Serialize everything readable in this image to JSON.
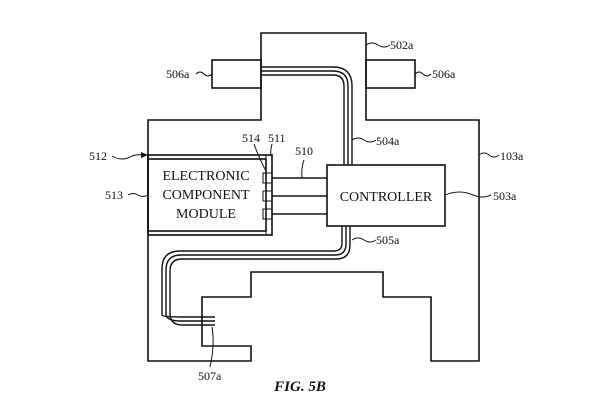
{
  "figure": {
    "caption": "FIG. 5B",
    "blocks": {
      "electronic_module": [
        "ELECTRONIC",
        "COMPONENT",
        "MODULE"
      ],
      "controller": "CONTROLLER"
    },
    "labels": {
      "top_housing": "502a",
      "side_button_left": "506a",
      "side_button_right": "506a",
      "body": "103a",
      "upper_flex": "504a",
      "lower_flex": "505a",
      "controller_ref": "503a",
      "module_assembly": "512",
      "module_ref": "513",
      "connector_pads": "514",
      "connector": "511",
      "wires": "510",
      "bottom_connector": "507a"
    }
  }
}
